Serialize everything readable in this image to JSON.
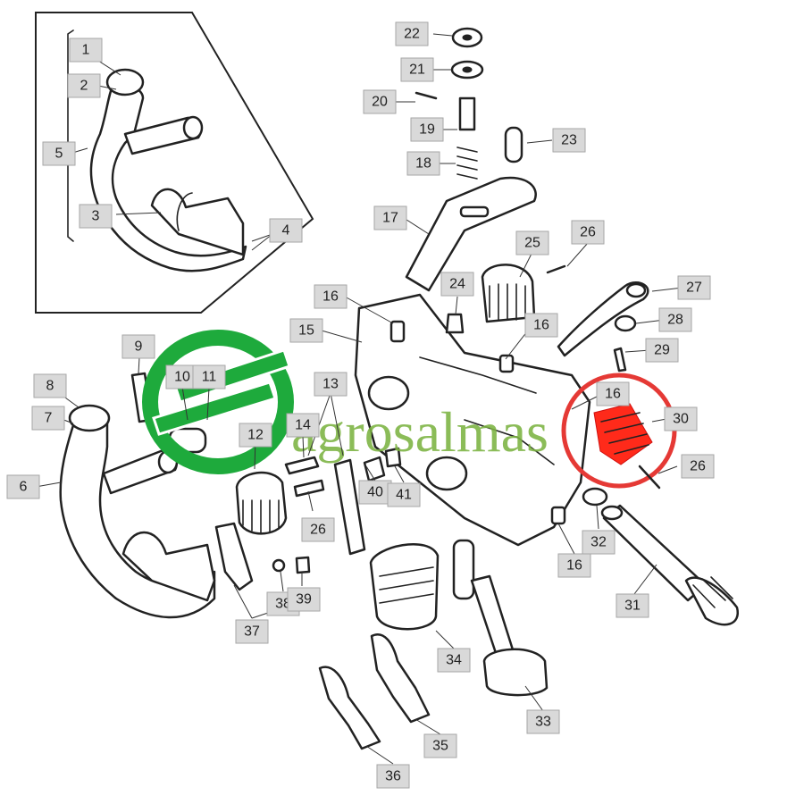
{
  "callouts": [
    {
      "id": "c1",
      "label": "1"
    },
    {
      "id": "c2",
      "label": "2"
    },
    {
      "id": "c3",
      "label": "3"
    },
    {
      "id": "c4",
      "label": "4"
    },
    {
      "id": "c5",
      "label": "5"
    },
    {
      "id": "c6",
      "label": "6"
    },
    {
      "id": "c7",
      "label": "7"
    },
    {
      "id": "c8",
      "label": "8"
    },
    {
      "id": "c9",
      "label": "9"
    },
    {
      "id": "c10",
      "label": "10"
    },
    {
      "id": "c11",
      "label": "11"
    },
    {
      "id": "c12",
      "label": "12"
    },
    {
      "id": "c13",
      "label": "13"
    },
    {
      "id": "c14",
      "label": "14"
    },
    {
      "id": "c15",
      "label": "15"
    },
    {
      "id": "c16a",
      "label": "16"
    },
    {
      "id": "c16b",
      "label": "16"
    },
    {
      "id": "c16c",
      "label": "16"
    },
    {
      "id": "c16d",
      "label": "16"
    },
    {
      "id": "c17",
      "label": "17"
    },
    {
      "id": "c18",
      "label": "18"
    },
    {
      "id": "c19",
      "label": "19"
    },
    {
      "id": "c20",
      "label": "20"
    },
    {
      "id": "c21",
      "label": "21"
    },
    {
      "id": "c22",
      "label": "22"
    },
    {
      "id": "c23",
      "label": "23"
    },
    {
      "id": "c24",
      "label": "24"
    },
    {
      "id": "c25",
      "label": "25"
    },
    {
      "id": "c26a",
      "label": "26"
    },
    {
      "id": "c26b",
      "label": "26"
    },
    {
      "id": "c26c",
      "label": "26"
    },
    {
      "id": "c27",
      "label": "27"
    },
    {
      "id": "c28",
      "label": "28"
    },
    {
      "id": "c29",
      "label": "29"
    },
    {
      "id": "c30",
      "label": "30"
    },
    {
      "id": "c31",
      "label": "31"
    },
    {
      "id": "c32",
      "label": "32"
    },
    {
      "id": "c33",
      "label": "33"
    },
    {
      "id": "c34",
      "label": "34"
    },
    {
      "id": "c35",
      "label": "35"
    },
    {
      "id": "c36",
      "label": "36"
    },
    {
      "id": "c37",
      "label": "37"
    },
    {
      "id": "c38",
      "label": "38"
    },
    {
      "id": "c39",
      "label": "39"
    },
    {
      "id": "c40",
      "label": "40"
    },
    {
      "id": "c41",
      "label": "41"
    }
  ],
  "watermark": {
    "text": "agrosalmas",
    "color": "#7cb342",
    "logo_color": "#1eaa3c"
  },
  "highlight": {
    "part_label": "30",
    "ring_color": "#e53935",
    "part_color": "#ff2a1a"
  }
}
